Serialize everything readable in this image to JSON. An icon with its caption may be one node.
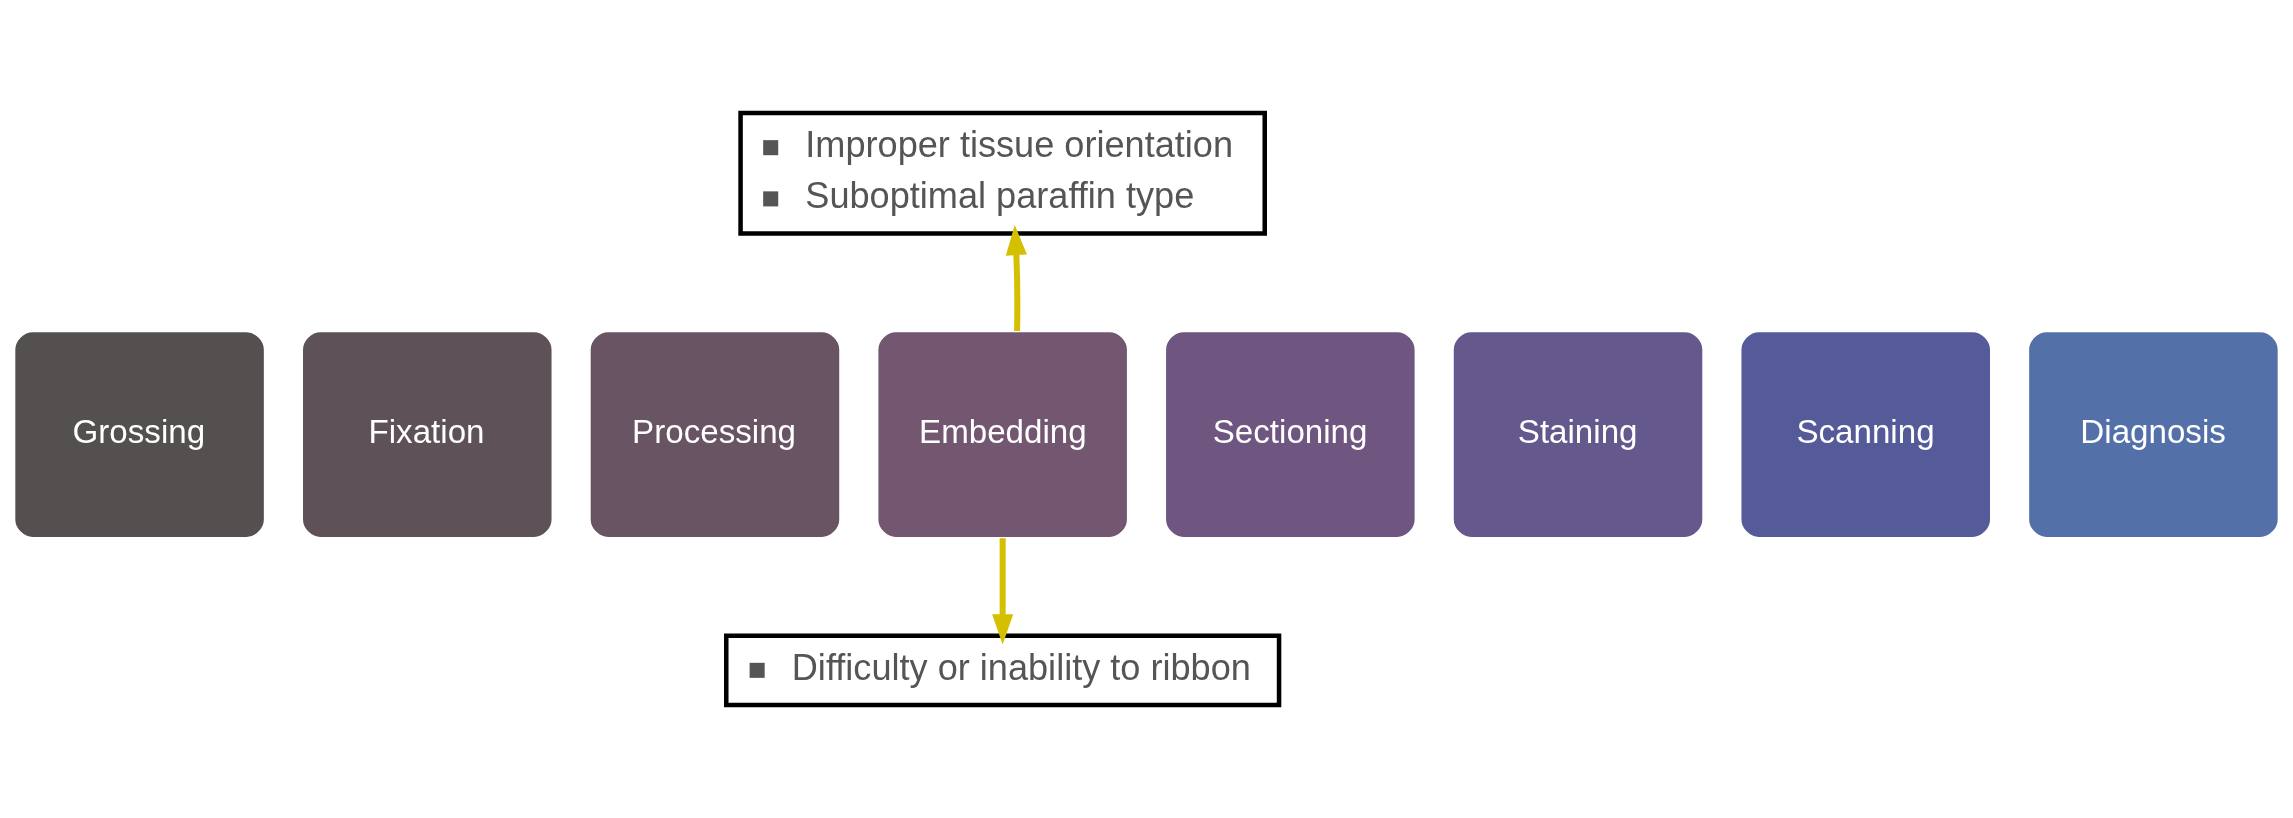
{
  "diagram": {
    "nodes": [
      {
        "text": [
          "Grossing"
        ]
      },
      {
        "text": [
          "Fixation"
        ]
      },
      {
        "text": [
          "Processing"
        ]
      },
      {
        "text": [
          "Embedding"
        ]
      },
      {
        "text": [
          "Sectioning"
        ]
      },
      {
        "text": [
          "Staining"
        ]
      },
      {
        "text": [
          "Scanning"
        ]
      },
      {
        "text": [
          "Diagnosis"
        ]
      },
      {
        "text": [
          "Improper tissue orientation",
          "Suboptimal paraffin type"
        ]
      },
      {
        "text": [
          "Difficulty or inability to ribbon"
        ]
      }
    ],
    "edges": [
      {
        "from": 3,
        "to": 8,
        "arrow": "to"
      },
      {
        "from": 3,
        "to": 9,
        "arrow": "to"
      }
    ]
  }
}
